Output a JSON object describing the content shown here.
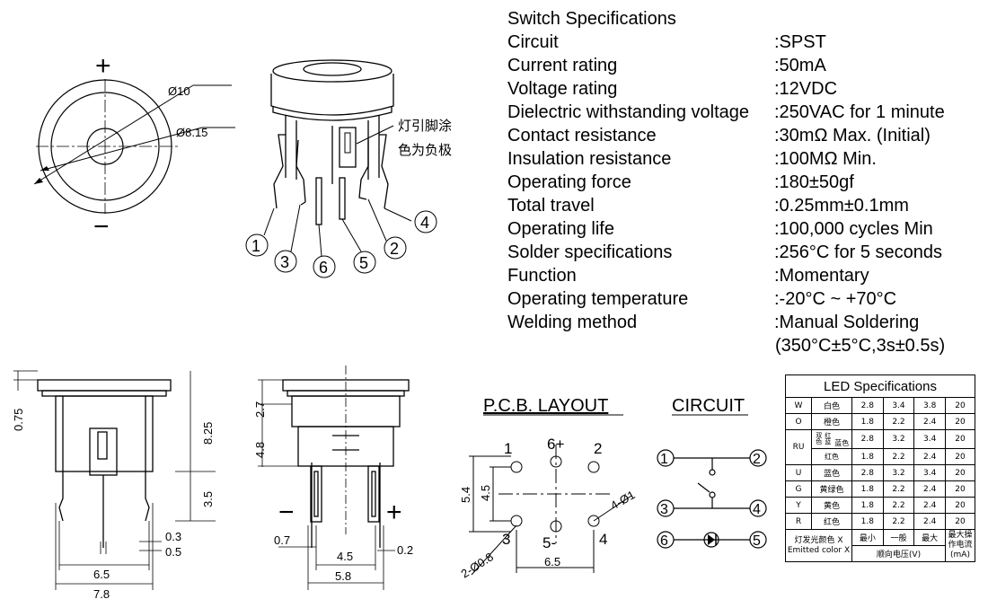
{
  "specs": {
    "title": "Switch Specifications",
    "rows": [
      {
        "label": "Circuit",
        "value": ":SPST"
      },
      {
        "label": "Current rating",
        "value": ":50mA"
      },
      {
        "label": "Voltage rating",
        "value": ":12VDC"
      },
      {
        "label": "Dielectric withstanding voltage",
        "value": ":250VAC for 1 minute"
      },
      {
        "label": "Contact resistance",
        "value": ":30mΩ  Max. (Initial)"
      },
      {
        "label": "Insulation resistance",
        "value": ":100MΩ  Min."
      },
      {
        "label": "Operating force",
        "value": ":180±50gf"
      },
      {
        "label": "Total travel",
        "value": ":0.25mm±0.1mm"
      },
      {
        "label": "Operating life",
        "value": ":100,000 cycles Min"
      },
      {
        "label": "Solder specifications",
        "value": ":256°C for 5 seconds"
      },
      {
        "label": "Function",
        "value": ":Momentary"
      },
      {
        "label": "Operating temperature",
        "value": ":-20°C ~ +70°C"
      },
      {
        "label": "Welding method",
        "value": ":Manual Soldering"
      }
    ],
    "continuation": "(350°C±5°C,3s±0.5s)"
  },
  "top_view": {
    "plus": "+",
    "minus": "−",
    "d1": "Ø10",
    "d2": "Ø8.15"
  },
  "iso_view": {
    "note1": "灯引脚涂",
    "note2": "色为负极",
    "pins": [
      "1",
      "3",
      "6",
      "5",
      "2",
      "4"
    ]
  },
  "front_view": {
    "d_top": "0.75",
    "d_total": "8.25",
    "d_lead": "3.5",
    "d_03": "0.3",
    "d_05": "0.5",
    "d_65": "6.5",
    "d_78": "7.8"
  },
  "side_view": {
    "d27": "2.7",
    "d48": "4.8",
    "d07": "0.7",
    "d45": "4.5",
    "d58": "5.8",
    "d02": "0.2",
    "minus": "−",
    "plus": "+"
  },
  "pcb": {
    "title": "P.C.B. LAYOUT",
    "p1": "1",
    "p6": "6+",
    "p2": "2",
    "p3": "3",
    "p5": "5-",
    "p4": "4",
    "d54": "5.4",
    "d45": "4.5",
    "d65": "6.5",
    "d_small": "4-Ø1",
    "d_big": "2-Ø0.8"
  },
  "circuit": {
    "title": "CIRCUIT",
    "n1": "1",
    "n2": "2",
    "n3": "3",
    "n4": "4",
    "n6": "6",
    "n5": "5"
  },
  "led": {
    "title": "LED Specifications",
    "rows": [
      {
        "code": "W",
        "color": "白色",
        "v1": "2.8",
        "v2": "3.4",
        "v3": "3.8",
        "i": "20"
      },
      {
        "code": "O",
        "color": "橙色",
        "v1": "1.8",
        "v2": "2.2",
        "v3": "2.4",
        "i": "20"
      },
      {
        "code": "RU",
        "group": "红蓝双色",
        "color": "蓝色",
        "v1": "2.8",
        "v2": "3.2",
        "v3": "3.4",
        "i": "20"
      },
      {
        "code": "",
        "color": "红色",
        "v1": "1.8",
        "v2": "2.2",
        "v3": "2.4",
        "i": "20"
      },
      {
        "code": "U",
        "color": "蓝色",
        "v1": "2.8",
        "v2": "3.2",
        "v3": "3.4",
        "i": "20"
      },
      {
        "code": "G",
        "color": "黄绿色",
        "v1": "1.8",
        "v2": "2.2",
        "v3": "2.4",
        "i": "20"
      },
      {
        "code": "Y",
        "color": "黄色",
        "v1": "1.8",
        "v2": "2.2",
        "v3": "2.4",
        "i": "20"
      },
      {
        "code": "R",
        "color": "红色",
        "v1": "1.8",
        "v2": "2.2",
        "v3": "2.4",
        "i": "20"
      }
    ],
    "f_cn": "灯发光颜色 X",
    "f_en": "Emitted color X",
    "min": "最小",
    "typ": "一般",
    "max": "最大",
    "vf": "顺向电压(V)",
    "imax1": "最大操",
    "imax2": "作电流",
    "imax3": "(mA)"
  }
}
